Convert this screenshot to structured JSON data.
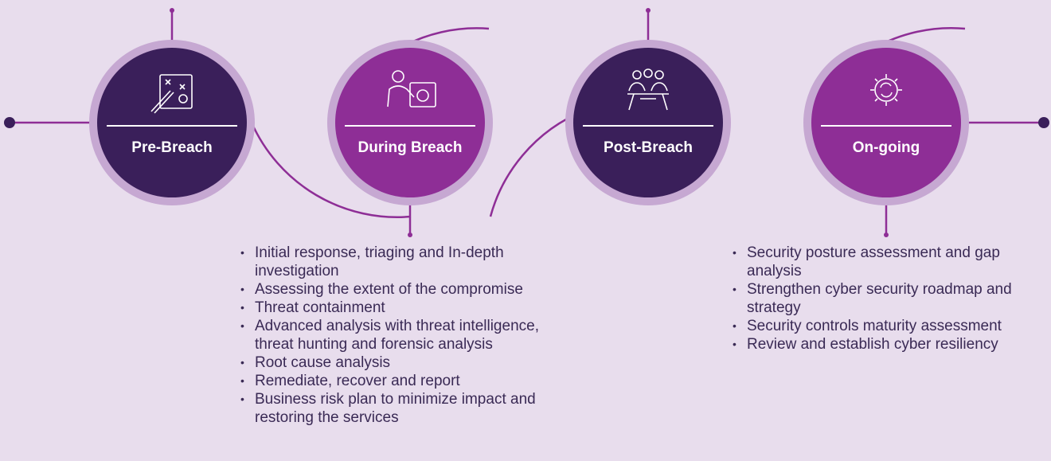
{
  "colors": {
    "background": "#e8dded",
    "dark_purple": "#3a1f5a",
    "bright_purple": "#8e2e96",
    "ring": "#c6a8d2",
    "line": "#8e2e96",
    "text": "#3a2a55"
  },
  "stages": [
    {
      "label": "Pre-Breach",
      "icon": "strategy-board-icon",
      "tone": "dark"
    },
    {
      "label": "During Breach",
      "icon": "person-at-screen-icon",
      "tone": "bright"
    },
    {
      "label": "Post-Breach",
      "icon": "team-meeting-icon",
      "tone": "dark"
    },
    {
      "label": "On-going",
      "icon": "gear-cycle-icon",
      "tone": "bright"
    }
  ],
  "during_breach": {
    "items": [
      "Initial response, triaging and In-depth investigation",
      "Assessing the extent of the compromise",
      "Threat containment",
      "Advanced analysis with threat intelligence, threat hunting and forensic analysis",
      "Root cause analysis",
      "Remediate, recover and report",
      "Business risk plan to minimize impact and restoring the services"
    ]
  },
  "ongoing": {
    "items": [
      "Security posture assessment and gap analysis",
      "Strengthen cyber security roadmap and strategy",
      "Security controls maturity assessment",
      "Review and establish cyber resiliency"
    ]
  }
}
